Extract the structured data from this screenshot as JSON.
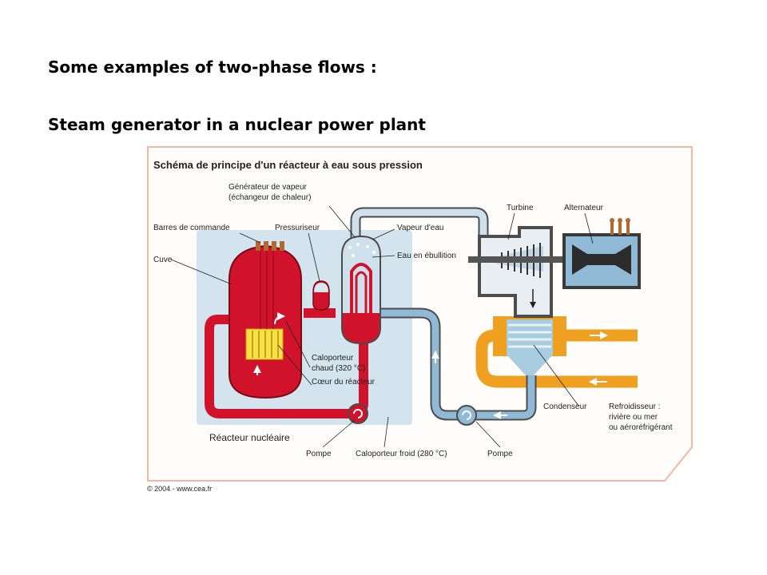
{
  "slide": {
    "heading_1": "Some examples of two-phase flows :",
    "heading_2": "Steam generator in a nuclear power plant"
  },
  "diagram": {
    "title": "Schéma de principe d'un réacteur à eau sous pression",
    "zone_label": "Réacteur nucléaire",
    "copyright": "© 2004 - www.cea.fr",
    "labels": {
      "steam_generator_1": "Générateur de vapeur",
      "steam_generator_2": "(échangeur de chaleur)",
      "control_rods": "Barres de commande",
      "pressurizer": "Pressuriseur",
      "vessel": "Cuve",
      "steam": "Vapeur d'eau",
      "boiling_water": "Eau en ébullition",
      "turbine": "Turbine",
      "alternator": "Alternateur",
      "hot_coolant_1": "Caloporteur",
      "hot_coolant_2": "chaud (320 °C)",
      "core": "Cœur du réacteur",
      "condenser": "Condenseur",
      "cooler_1": "Refroidisseur :",
      "cooler_2": "rivière ou mer",
      "cooler_3": "ou aéroréfrigérant",
      "pump_primary": "Pompe",
      "cold_coolant": "Caloporteur froid (280 °C)",
      "pump_secondary": "Pompe"
    },
    "colors": {
      "primary_loop": "#d0132a",
      "secondary_loop": "#8fb9d4",
      "cooling_loop": "#f0a020",
      "containment": "#d4e4ee",
      "frame": "#f2b8a0"
    }
  }
}
